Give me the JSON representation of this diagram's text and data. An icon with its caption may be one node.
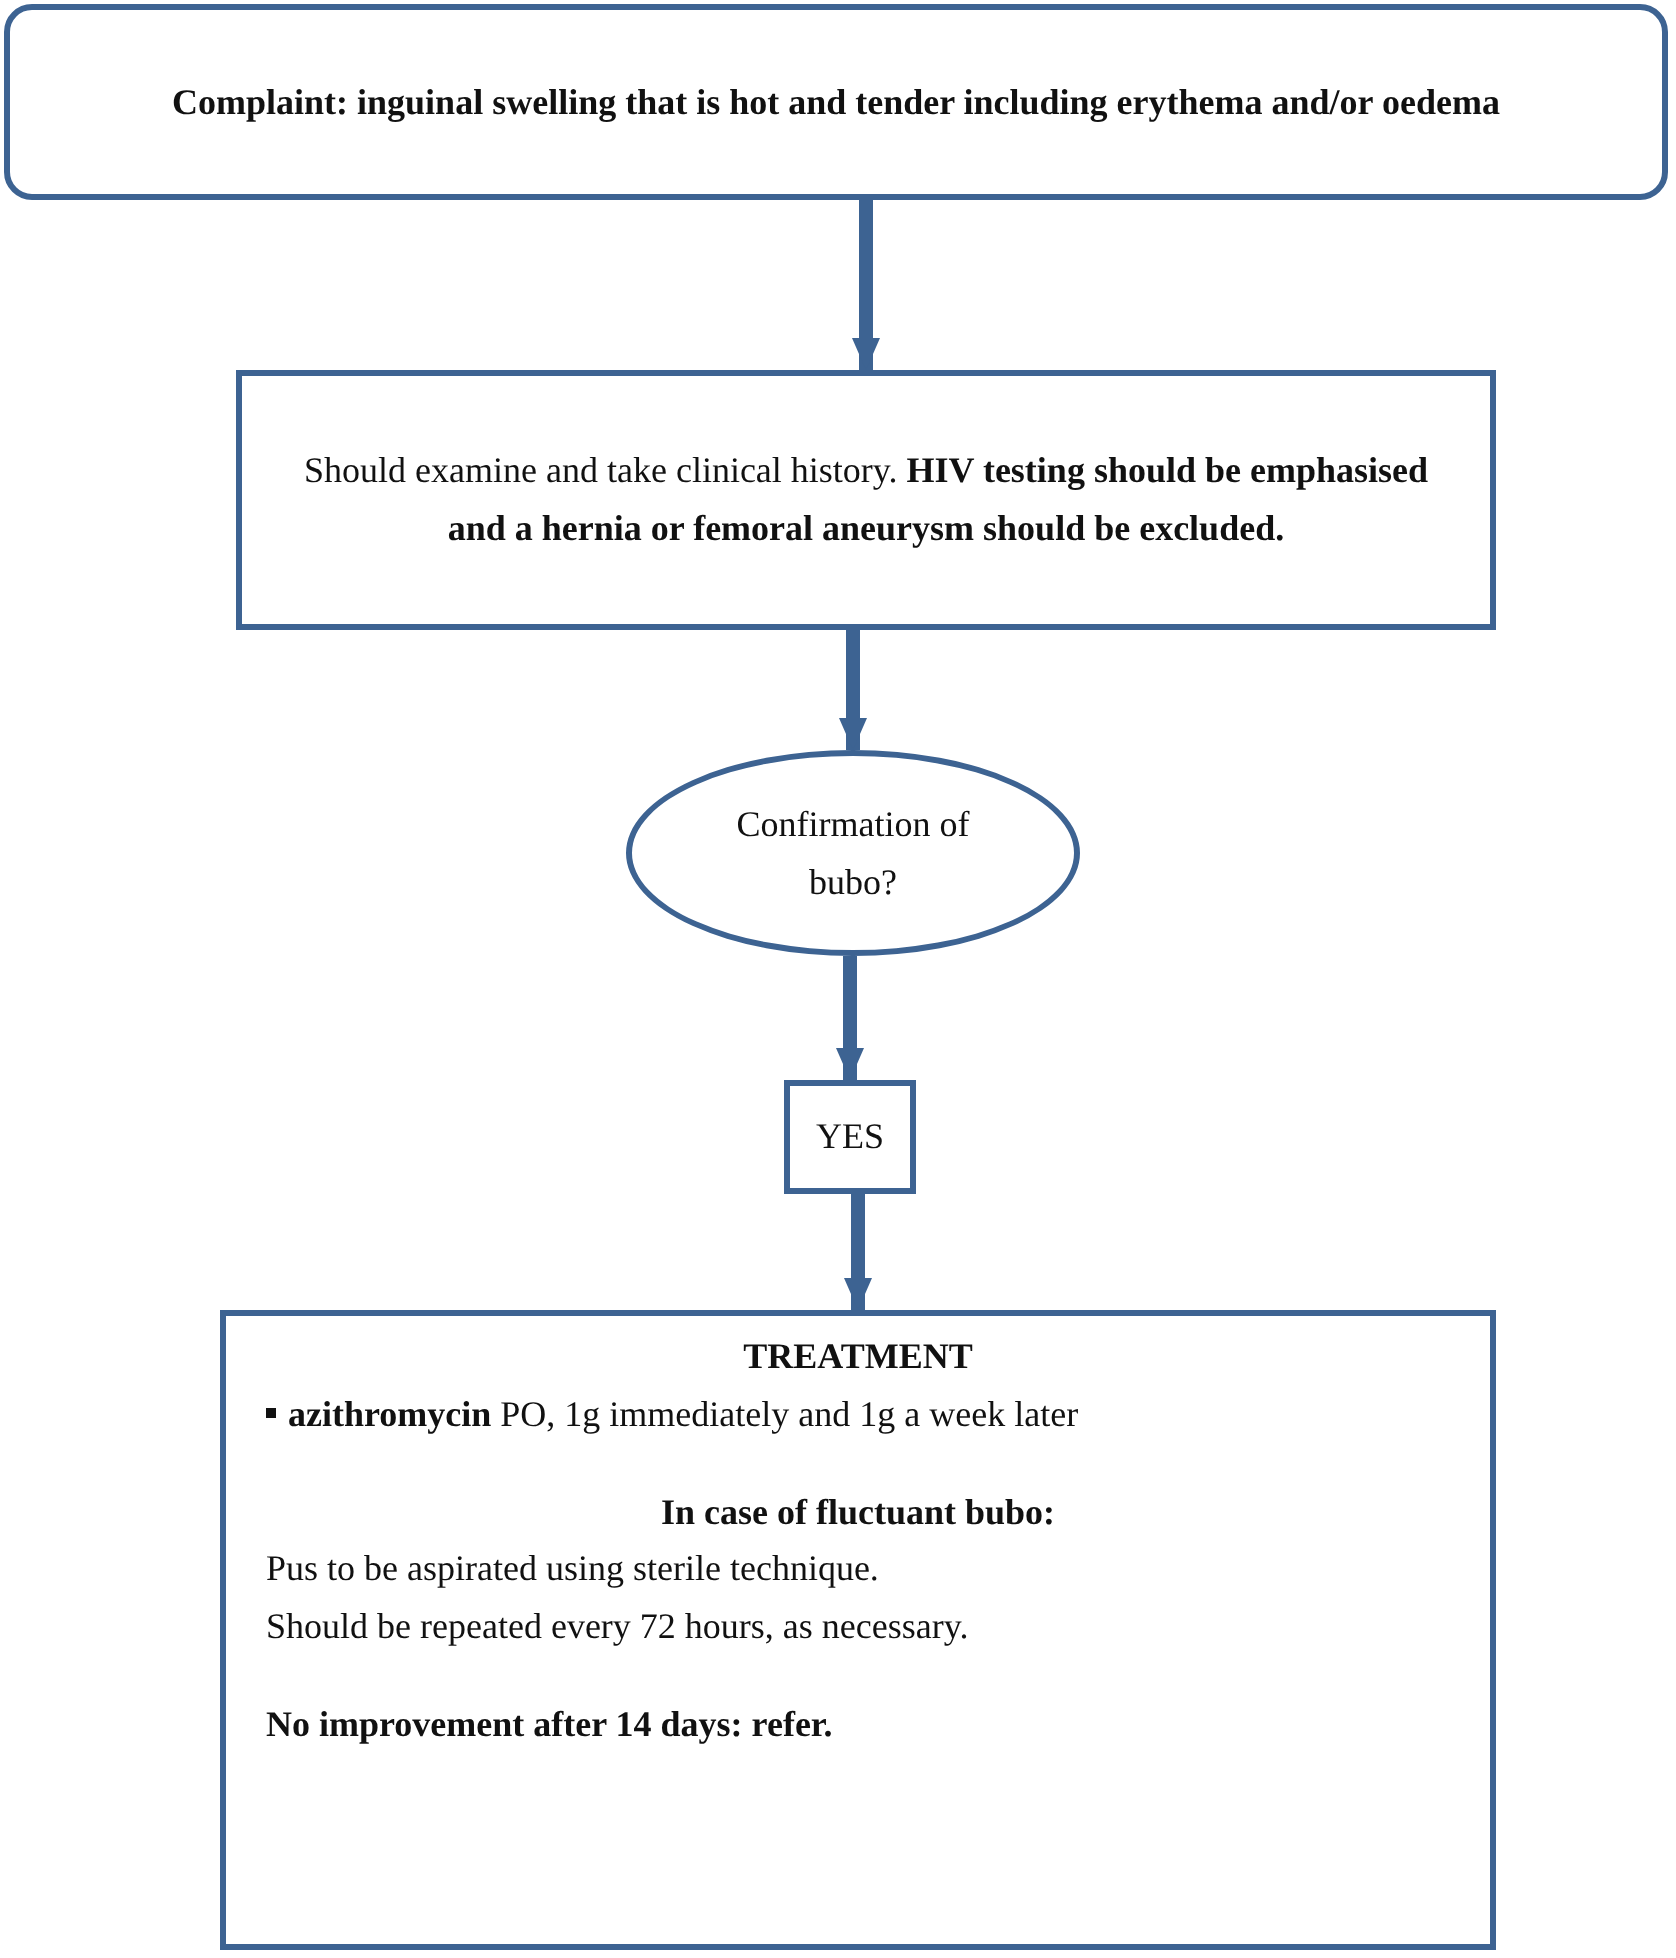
{
  "diagram": {
    "nodes": [
      {
        "text": [
          "Complaint: inguinal swelling that is hot and tender including erythema and/or oedema"
        ]
      },
      {
        "text": [
          "Should examine and take clinical history. **HIV testing should be emphasised and a hernia or femoral aneurysm should be excluded.**"
        ]
      },
      {
        "text": [
          "Confirmation of bubo?"
        ]
      },
      {
        "text": [
          "YES"
        ]
      },
      {
        "text": [
          "TREATMENT",
          "**azithromycin** PO, 1g immediately and 1g a week later",
          "In case of fluctuant bubo:",
          "Pus to be aspirated using sterile technique.",
          "Should be repeated every 72 hours, as necessary.",
          "No improvement after 14 days: refer."
        ]
      }
    ],
    "edges": [
      {
        "from": 0,
        "to": 1,
        "arrow": "to"
      },
      {
        "from": 1,
        "to": 2,
        "arrow": "to"
      },
      {
        "from": 2,
        "to": 3,
        "arrow": "to"
      },
      {
        "from": 3,
        "to": 4,
        "arrow": "to"
      }
    ]
  }
}
